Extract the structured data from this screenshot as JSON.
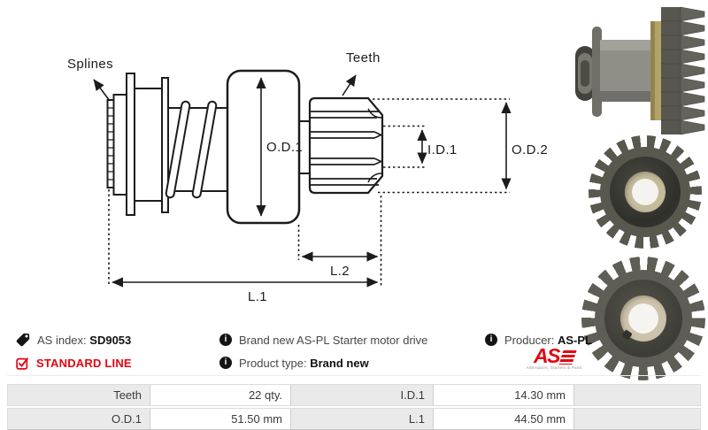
{
  "diagram": {
    "splines": "Splines",
    "teeth": "Teeth",
    "od1": "O.D.1",
    "id1": "I.D.1",
    "od2": "O.D.2",
    "l2": "L.2",
    "l1": "L.1"
  },
  "info": {
    "as_index_label": "AS index:",
    "as_index_value": "SD9053",
    "standard_line": "STANDARD LINE",
    "brand_note": "Brand new AS-PL Starter motor drive",
    "product_type_label": "Product type:",
    "product_type_value": "Brand new",
    "producer_label": "Producer:",
    "producer_value": "AS-PL",
    "logo_text": "AS",
    "logo_tagline": "Alternators, Starters & Parts"
  },
  "icons": {
    "info_glyph": "i",
    "tag_icon": "tag-icon",
    "checkbox_icon": "checkbox-checked-icon",
    "info_icon": "info-icon"
  },
  "colors": {
    "accent_red": "#e30613",
    "line_black": "#1c1c1c",
    "table_label_bg": "#eaeaea"
  },
  "spec_table": {
    "rows": [
      {
        "c1_label": "Teeth",
        "c1_value": "22 qty.",
        "c2_label": "I.D.1",
        "c2_value": "14.30 mm"
      },
      {
        "c1_label": "O.D.1",
        "c1_value": "51.50 mm",
        "c2_label": "L.1",
        "c2_value": "44.50 mm"
      }
    ]
  }
}
